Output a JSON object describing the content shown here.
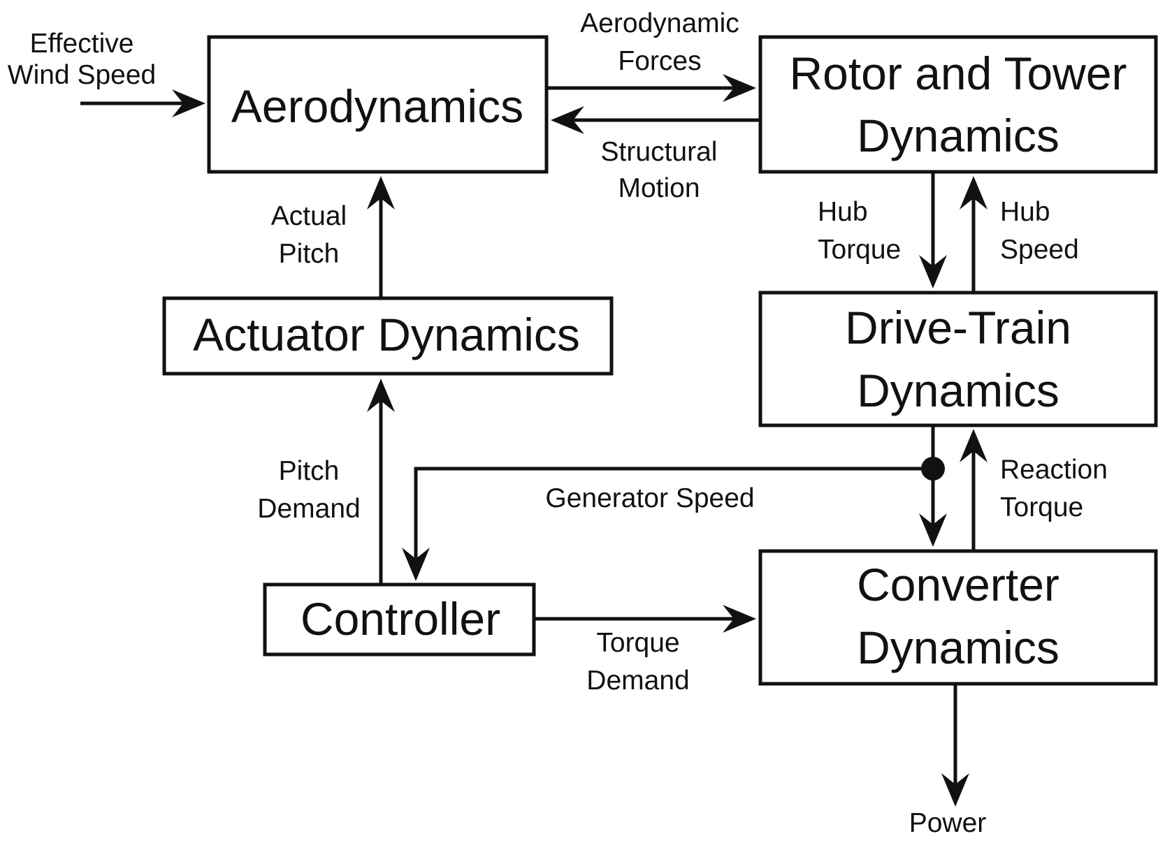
{
  "blocks": {
    "aerodynamics": {
      "line1": "Aerodynamics"
    },
    "rotor_tower": {
      "line1": "Rotor and Tower",
      "line2": "Dynamics"
    },
    "actuator": {
      "line1": "Actuator Dynamics"
    },
    "drivetrain": {
      "line1": "Drive-Train",
      "line2": "Dynamics"
    },
    "controller": {
      "line1": "Controller"
    },
    "converter": {
      "line1": "Converter",
      "line2": "Dynamics"
    }
  },
  "signals": {
    "wind_speed": {
      "line1": "Effective",
      "line2": "Wind Speed"
    },
    "aero_forces": {
      "line1": "Aerodynamic",
      "line2": "Forces"
    },
    "structural_motion": {
      "line1": "Structural",
      "line2": "Motion"
    },
    "actual_pitch": {
      "line1": "Actual",
      "line2": "Pitch"
    },
    "hub_torque": {
      "line1": "Hub",
      "line2": "Torque"
    },
    "hub_speed": {
      "line1": "Hub",
      "line2": "Speed"
    },
    "pitch_demand": {
      "line1": "Pitch",
      "line2": "Demand"
    },
    "generator_speed": {
      "line1": "Generator Speed"
    },
    "reaction_torque": {
      "line1": "Reaction",
      "line2": "Torque"
    },
    "torque_demand": {
      "line1": "Torque",
      "line2": "Demand"
    },
    "power": {
      "line1": "Power"
    }
  }
}
